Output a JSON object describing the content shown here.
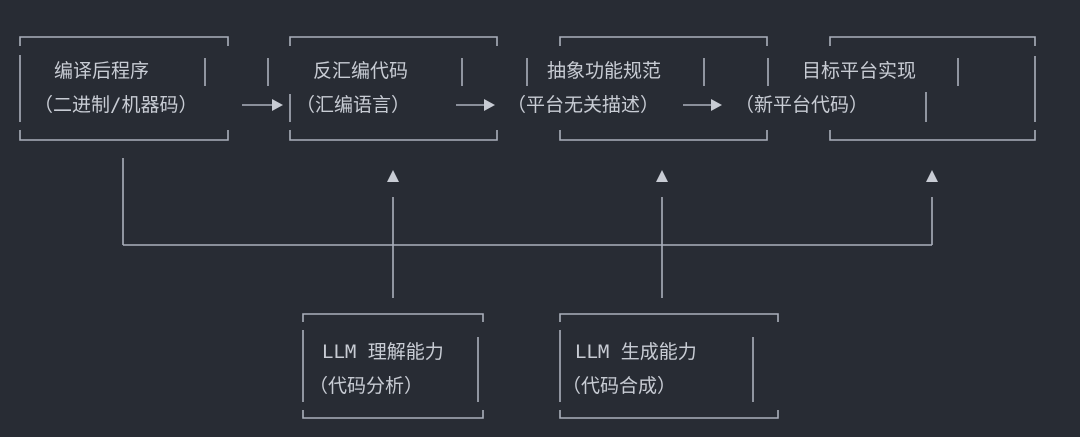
{
  "pipeline": [
    {
      "title": "编译后程序",
      "subtitle": "（二进制/机器码）"
    },
    {
      "title": "反汇编代码",
      "subtitle": "（汇编语言）"
    },
    {
      "title": "抽象功能规范",
      "subtitle": "（平台无关描述）"
    },
    {
      "title": "目标平台实现",
      "subtitle": "（新平台代码）"
    }
  ],
  "capabilities": [
    {
      "title": "LLM 理解能力",
      "subtitle": "（代码分析）"
    },
    {
      "title": "LLM 生成能力",
      "subtitle": "（代码合成）"
    }
  ]
}
